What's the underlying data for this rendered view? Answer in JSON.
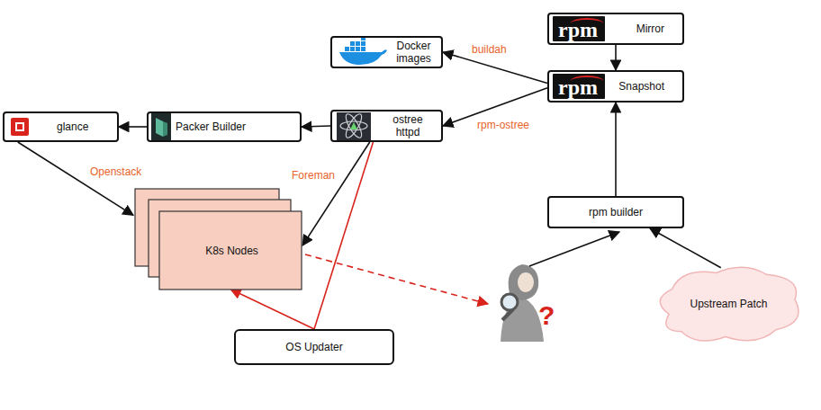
{
  "diagram": {
    "nodes": [
      {
        "text": [
          "rpm",
          "Mirror"
        ]
      },
      {
        "text": [
          "rpm",
          "Snapshot"
        ]
      },
      {
        "text": [
          "Docker images"
        ]
      },
      {
        "text": [
          "glance"
        ]
      },
      {
        "text": [
          "Packer Builder"
        ]
      },
      {
        "text": [
          "ostree httpd"
        ]
      },
      {
        "text": [
          "K8s Nodes"
        ]
      },
      {
        "text": [
          "rpm builder"
        ]
      },
      {
        "text": [
          "Upstream Patch"
        ]
      },
      {
        "text": [
          "OS Updater"
        ]
      }
    ],
    "edges": [
      {
        "from": 0,
        "to": 1,
        "arrow": "to"
      },
      {
        "from": 1,
        "to": 2,
        "label": "buildah",
        "arrow": "to"
      },
      {
        "from": 1,
        "to": 5,
        "label": "rpm-ostree",
        "arrow": "to"
      },
      {
        "from": 5,
        "to": 4,
        "arrow": "to"
      },
      {
        "from": 4,
        "to": 3,
        "arrow": "to"
      },
      {
        "from": 3,
        "to": 6,
        "label": "Openstack",
        "arrow": "to"
      },
      {
        "from": 5,
        "to": 6,
        "label": "Foreman",
        "arrow": "to"
      },
      {
        "from": 7,
        "to": 1,
        "arrow": "to"
      },
      {
        "from": 8,
        "to": 7,
        "arrow": "to"
      },
      {
        "from": 9,
        "to": 6,
        "arrow": "to"
      },
      {
        "from": 9,
        "to": 5,
        "arrow": "none"
      }
    ],
    "labels": [
      "?"
    ]
  }
}
